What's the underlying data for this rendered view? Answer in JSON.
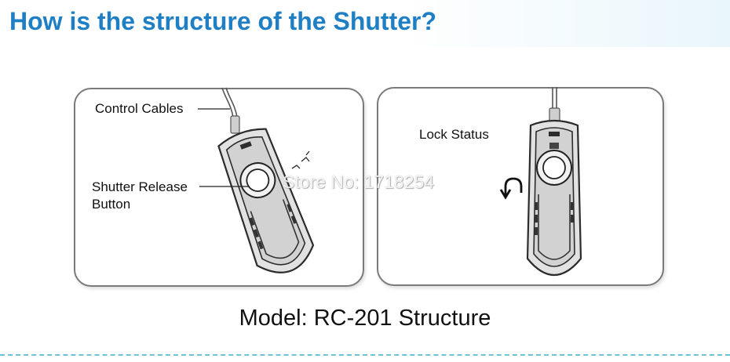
{
  "header": {
    "title": "How is the structure of the Shutter?"
  },
  "left_panel": {
    "control_cables_label": "Control Cables",
    "shutter_release_label_line1": "Shutter Release",
    "shutter_release_label_line2": "Button"
  },
  "right_panel": {
    "lock_status_label": "Lock Status"
  },
  "watermark": {
    "text": "Store No: 1718254"
  },
  "caption": {
    "text": "Model: RC-201 Structure"
  },
  "icons": {
    "remote_left": "shutter-remote-icon",
    "remote_right": "shutter-remote-icon",
    "lock_arrow": "rotate-arrow-icon"
  },
  "colors": {
    "title": "#1f7fc4",
    "divider": "#6cc2d6",
    "panel_border": "#7a7a7a"
  }
}
